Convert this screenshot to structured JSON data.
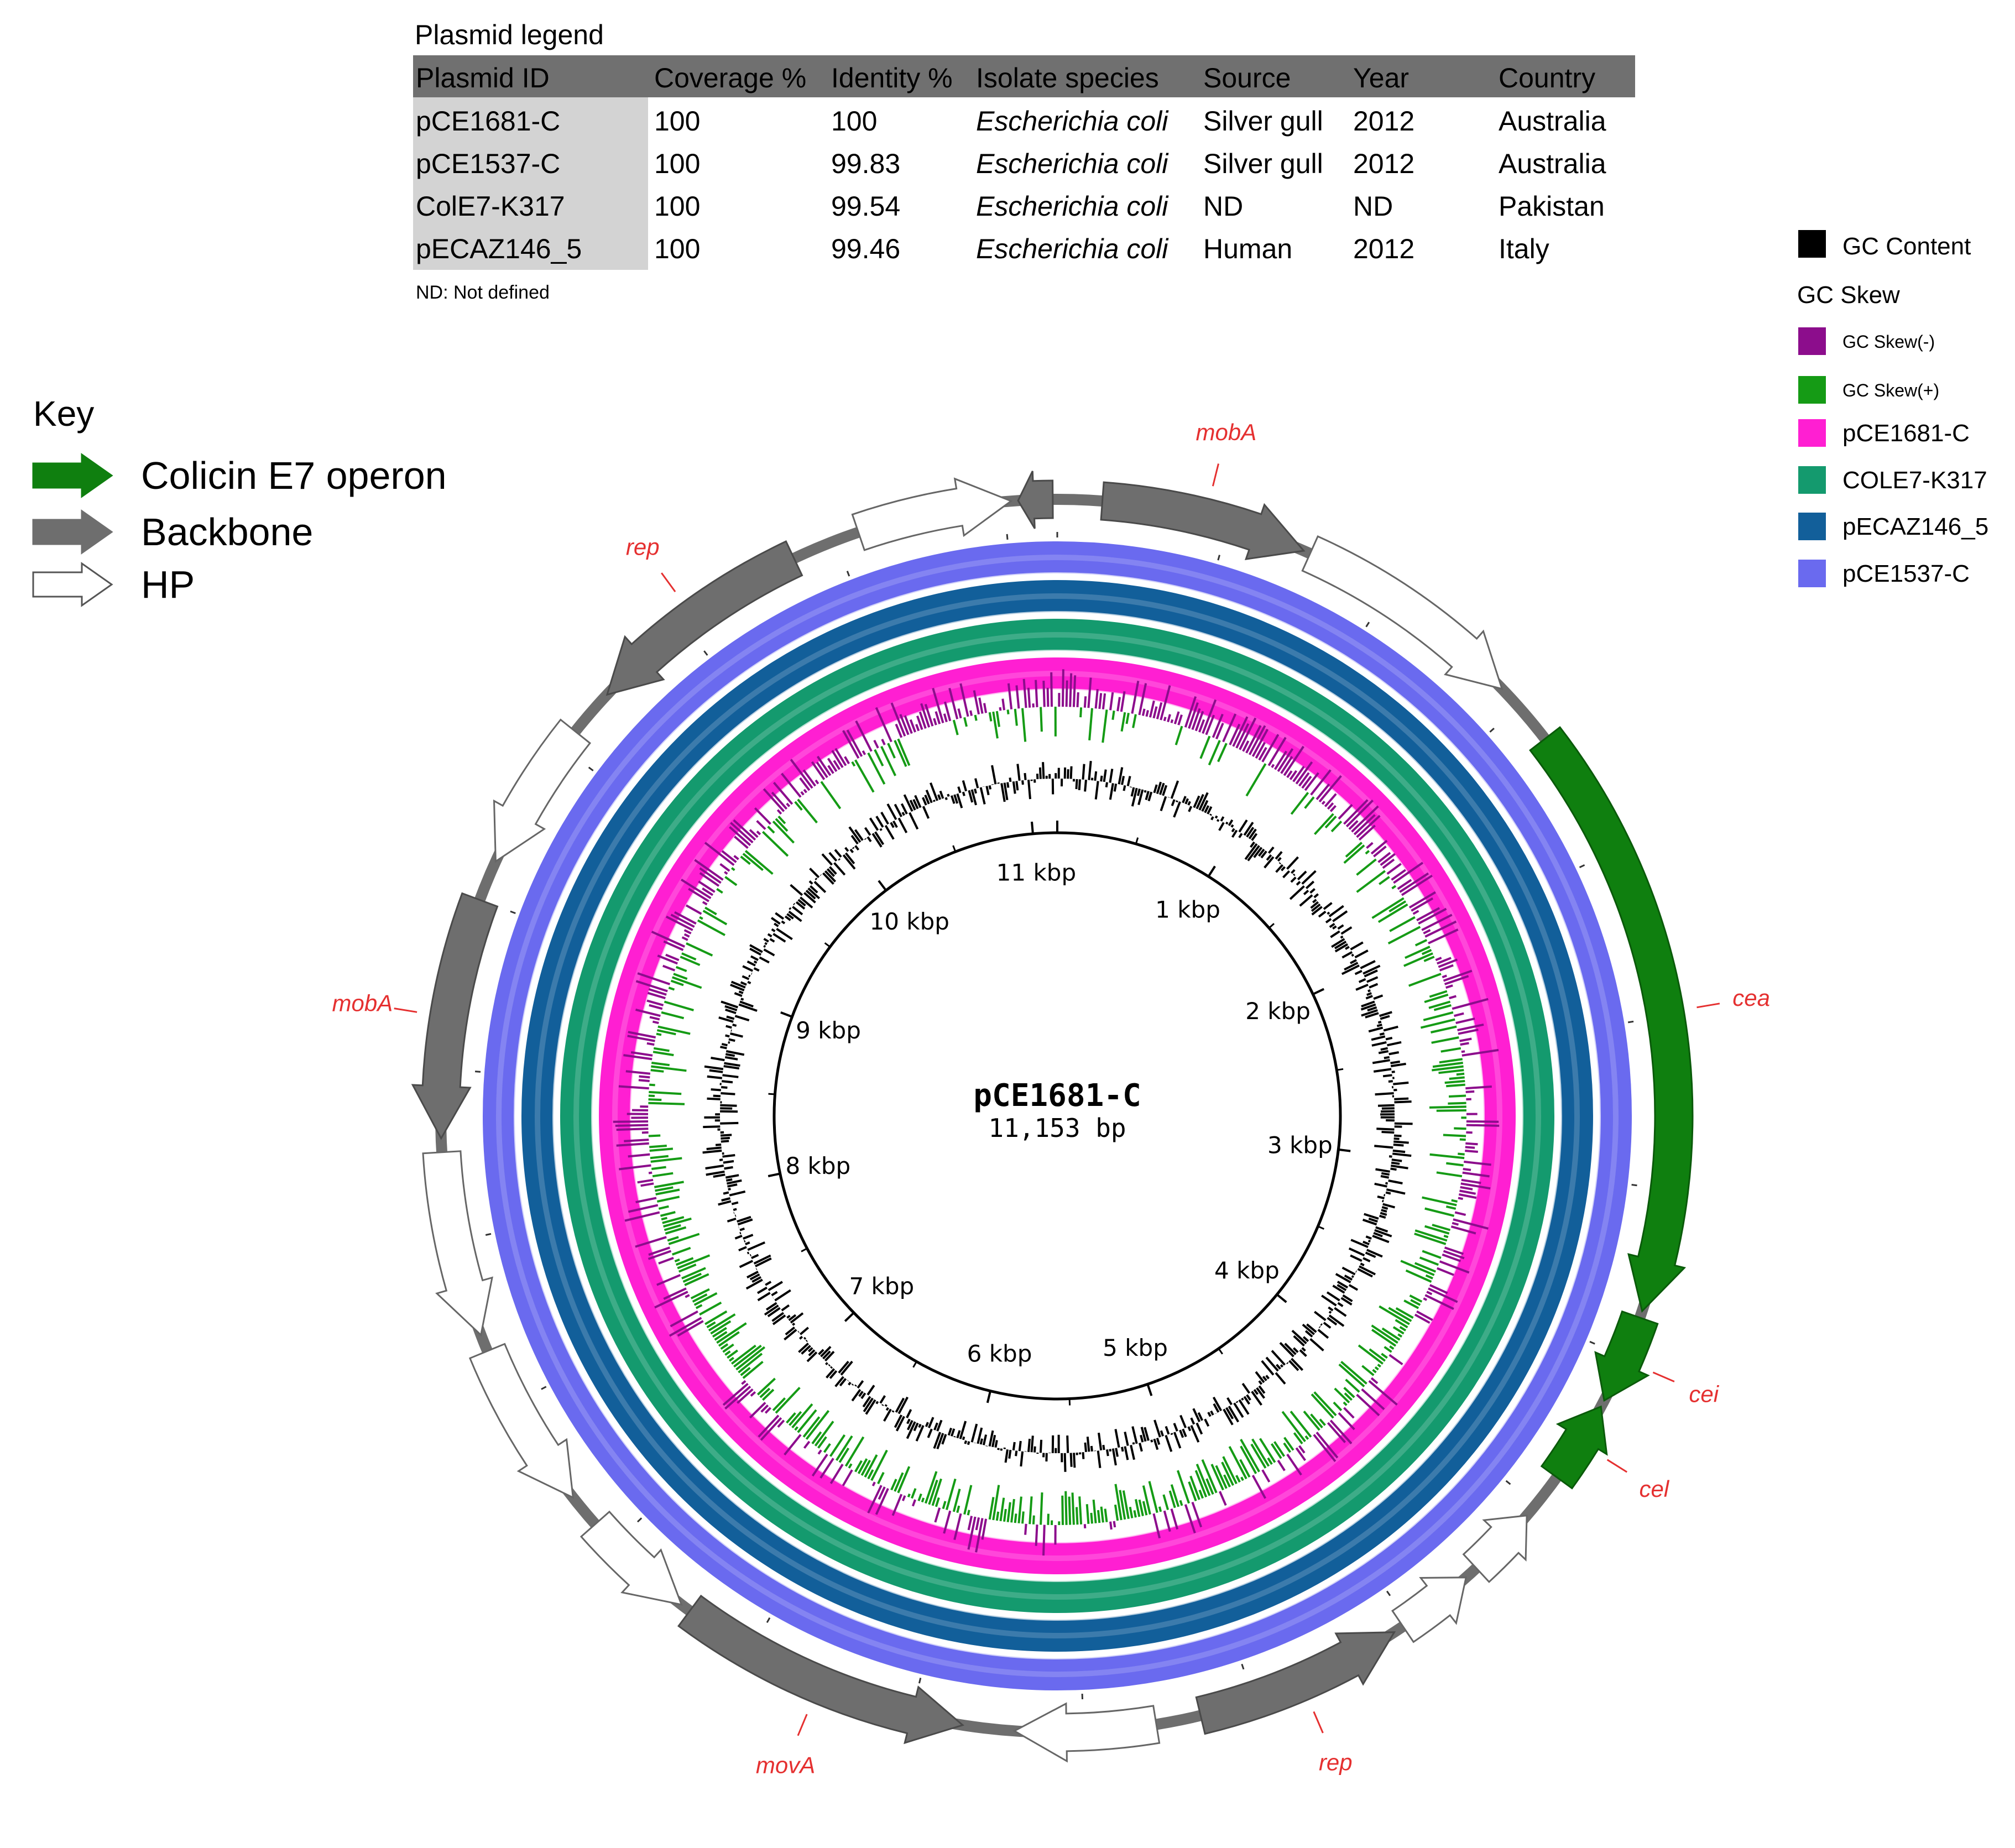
{
  "legend_table": {
    "title": "Plasmid legend",
    "headers": [
      "Plasmid ID",
      "Coverage %",
      "Identity %",
      "Isolate species",
      "Source",
      "Year",
      "Country"
    ],
    "rows": [
      [
        "pCE1681-C",
        "100",
        "100",
        "Escherichia coli",
        "Silver gull",
        "2012",
        "Australia"
      ],
      [
        "pCE1537-C",
        "100",
        "99.83",
        "Escherichia coli",
        "Silver gull",
        "2012",
        "Australia"
      ],
      [
        "ColE7-K317",
        "100",
        "99.54",
        "Escherichia coli",
        "ND",
        "ND",
        "Pakistan"
      ],
      [
        "pECAZ146_5",
        "100",
        "99.46",
        "Escherichia coli",
        "Human",
        "2012",
        "Italy"
      ]
    ],
    "footnote": "ND: Not defined",
    "header_bg": "#707070",
    "id_cell_bg": "#d3d3d3"
  },
  "key": {
    "title": "Key",
    "items": [
      {
        "label": "Colicin E7 operon",
        "color": "#0f7f0f"
      },
      {
        "label": "Backbone",
        "color": "#6e6e6e"
      },
      {
        "label": "HP",
        "color": "#ffffff"
      }
    ]
  },
  "track_legend": {
    "gc_content": {
      "label": "GC Content",
      "color": "#000000"
    },
    "gc_skew_title": "GC Skew",
    "items": [
      {
        "label": "GC Skew(-)",
        "color": "#8c0d8c",
        "small": true
      },
      {
        "label": "GC Skew(+)",
        "color": "#159b15",
        "small": true
      },
      {
        "label": "pCE1681-C",
        "color": "#ff1fd2",
        "small": false
      },
      {
        "label": "COLE7-K317",
        "color": "#149a6e",
        "small": false
      },
      {
        "label": "pECAZ146_5",
        "color": "#125f9a",
        "small": false
      },
      {
        "label": "pCE1537-C",
        "color": "#6a6aef",
        "small": false
      }
    ]
  },
  "plasmid": {
    "name": "pCE1681-C",
    "length_label": "11,153 bp",
    "length_bp": 11153,
    "ticks": [
      {
        "bp": 1000,
        "label": "1 kbp"
      },
      {
        "bp": 2000,
        "label": "2 kbp"
      },
      {
        "bp": 3000,
        "label": "3 kbp"
      },
      {
        "bp": 4000,
        "label": "4 kbp"
      },
      {
        "bp": 5000,
        "label": "5 kbp"
      },
      {
        "bp": 6000,
        "label": "6 kbp"
      },
      {
        "bp": 7000,
        "label": "7 kbp"
      },
      {
        "bp": 8000,
        "label": "8 kbp"
      },
      {
        "bp": 9000,
        "label": "9 kbp"
      },
      {
        "bp": 10000,
        "label": "10 kbp"
      },
      {
        "bp": 11000,
        "label": "11 kbp"
      }
    ],
    "rings": [
      {
        "name": "pCE1681-C",
        "color": "#ff1fd2"
      },
      {
        "name": "COLE7-K317",
        "color": "#149a6e"
      },
      {
        "name": "pECAZ146_5",
        "color": "#125f9a"
      },
      {
        "name": "pCE1537-C",
        "color": "#6a6aef"
      }
    ],
    "genes": [
      {
        "start": 11040,
        "end": 11140,
        "strand": -1,
        "type": "backbone"
      },
      {
        "start": 10570,
        "end": 11020,
        "strand": 1,
        "type": "hp"
      },
      {
        "start": 130,
        "end": 730,
        "strand": 1,
        "type": "backbone",
        "label": "mobA"
      },
      {
        "start": 750,
        "end": 1430,
        "strand": 1,
        "type": "hp"
      },
      {
        "start": 1620,
        "end": 3360,
        "strand": 1,
        "type": "colicin",
        "label": "cea"
      },
      {
        "start": 3380,
        "end": 3640,
        "strand": 1,
        "type": "colicin",
        "label": "cei"
      },
      {
        "start": 3660,
        "end": 3900,
        "strand": -1,
        "type": "colicin",
        "label": "cel"
      },
      {
        "start": 4040,
        "end": 4250,
        "strand": -1,
        "type": "hp"
      },
      {
        "start": 4290,
        "end": 4520,
        "strand": -1,
        "type": "hp"
      },
      {
        "start": 4550,
        "end": 5160,
        "strand": -1,
        "type": "backbone",
        "label": "rep"
      },
      {
        "start": 5290,
        "end": 5700,
        "strand": 1,
        "type": "hp"
      },
      {
        "start": 5850,
        "end": 6710,
        "strand": -1,
        "type": "backbone",
        "label": "movA"
      },
      {
        "start": 6740,
        "end": 7080,
        "strand": -1,
        "type": "hp"
      },
      {
        "start": 7180,
        "end": 7670,
        "strand": -1,
        "type": "hp"
      },
      {
        "start": 7720,
        "end": 8260,
        "strand": -1,
        "type": "hp"
      },
      {
        "start": 8300,
        "end": 9000,
        "strand": -1,
        "type": "backbone",
        "label": "mobA"
      },
      {
        "start": 9120,
        "end": 9560,
        "strand": -1,
        "type": "hp"
      },
      {
        "start": 9700,
        "end": 10370,
        "strand": -1,
        "type": "backbone",
        "label": "rep"
      }
    ]
  }
}
